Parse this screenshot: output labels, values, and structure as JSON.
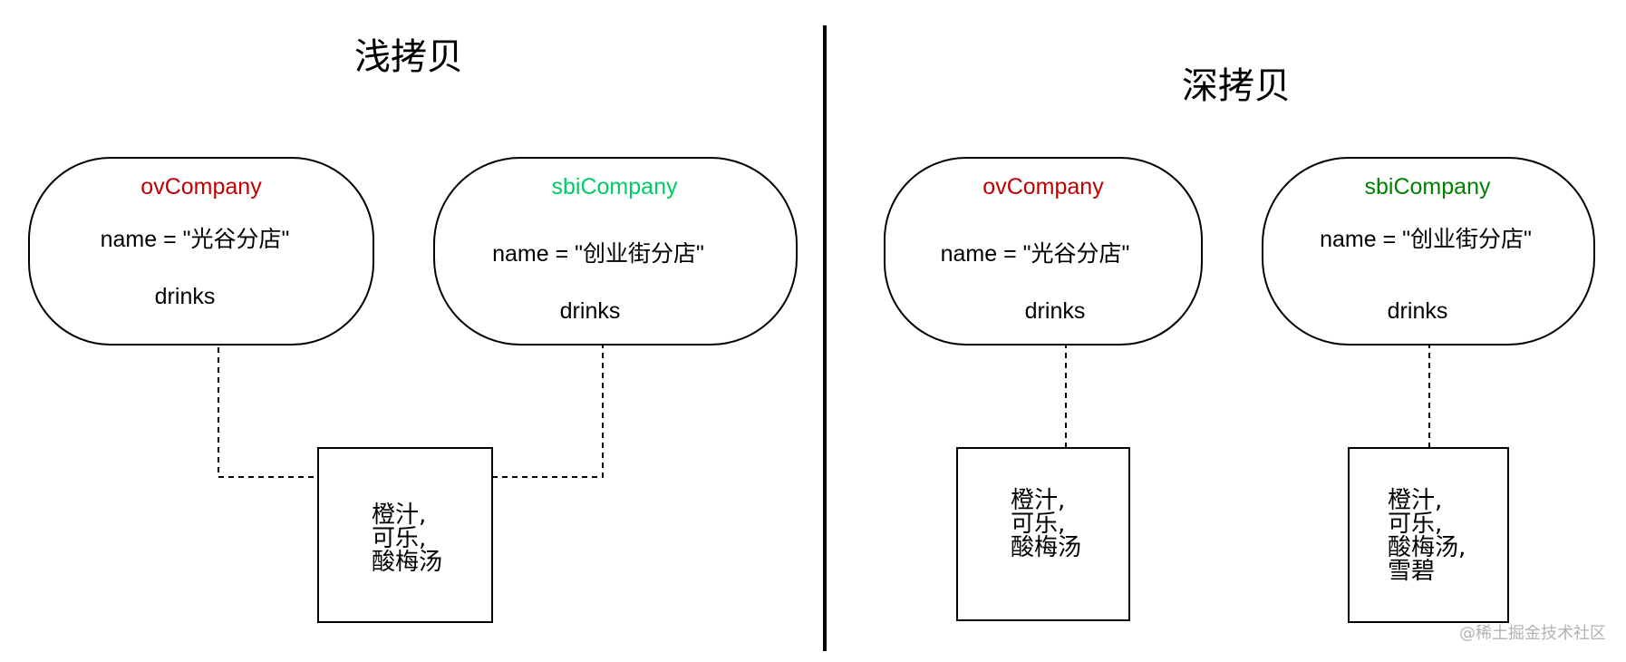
{
  "titles": {
    "shallow": "浅拷贝",
    "deep": "深拷贝"
  },
  "colors": {
    "ov_company": "#c00000",
    "sbi_company_shallow": "#00cc66",
    "sbi_company_deep": "#008000",
    "line": "#000000",
    "watermark": "#b3b3b3"
  },
  "shallow": {
    "ov": {
      "name": "ovCompany",
      "field_name": "name = \"光谷分店\"",
      "field_drinks": "drinks"
    },
    "sbi": {
      "name": "sbiCompany",
      "field_name": "name = \"创业街分店\"",
      "field_drinks": "drinks"
    },
    "drinks_box": {
      "line1": "橙汁,",
      "line2": "可乐,",
      "line3": "酸梅汤"
    }
  },
  "deep": {
    "ov": {
      "name": "ovCompany",
      "field_name": "name = \"光谷分店\"",
      "field_drinks": "drinks"
    },
    "sbi": {
      "name": "sbiCompany",
      "field_name": "name = \"创业街分店\"",
      "field_drinks": "drinks"
    },
    "ov_drinks_box": {
      "line1": "橙汁,",
      "line2": "可乐,",
      "line3": "酸梅汤"
    },
    "sbi_drinks_box": {
      "line1": "橙汁,",
      "line2": "可乐,",
      "line3": "酸梅汤,",
      "line4": "雪碧"
    }
  },
  "watermark": "@稀土掘金技术社区"
}
